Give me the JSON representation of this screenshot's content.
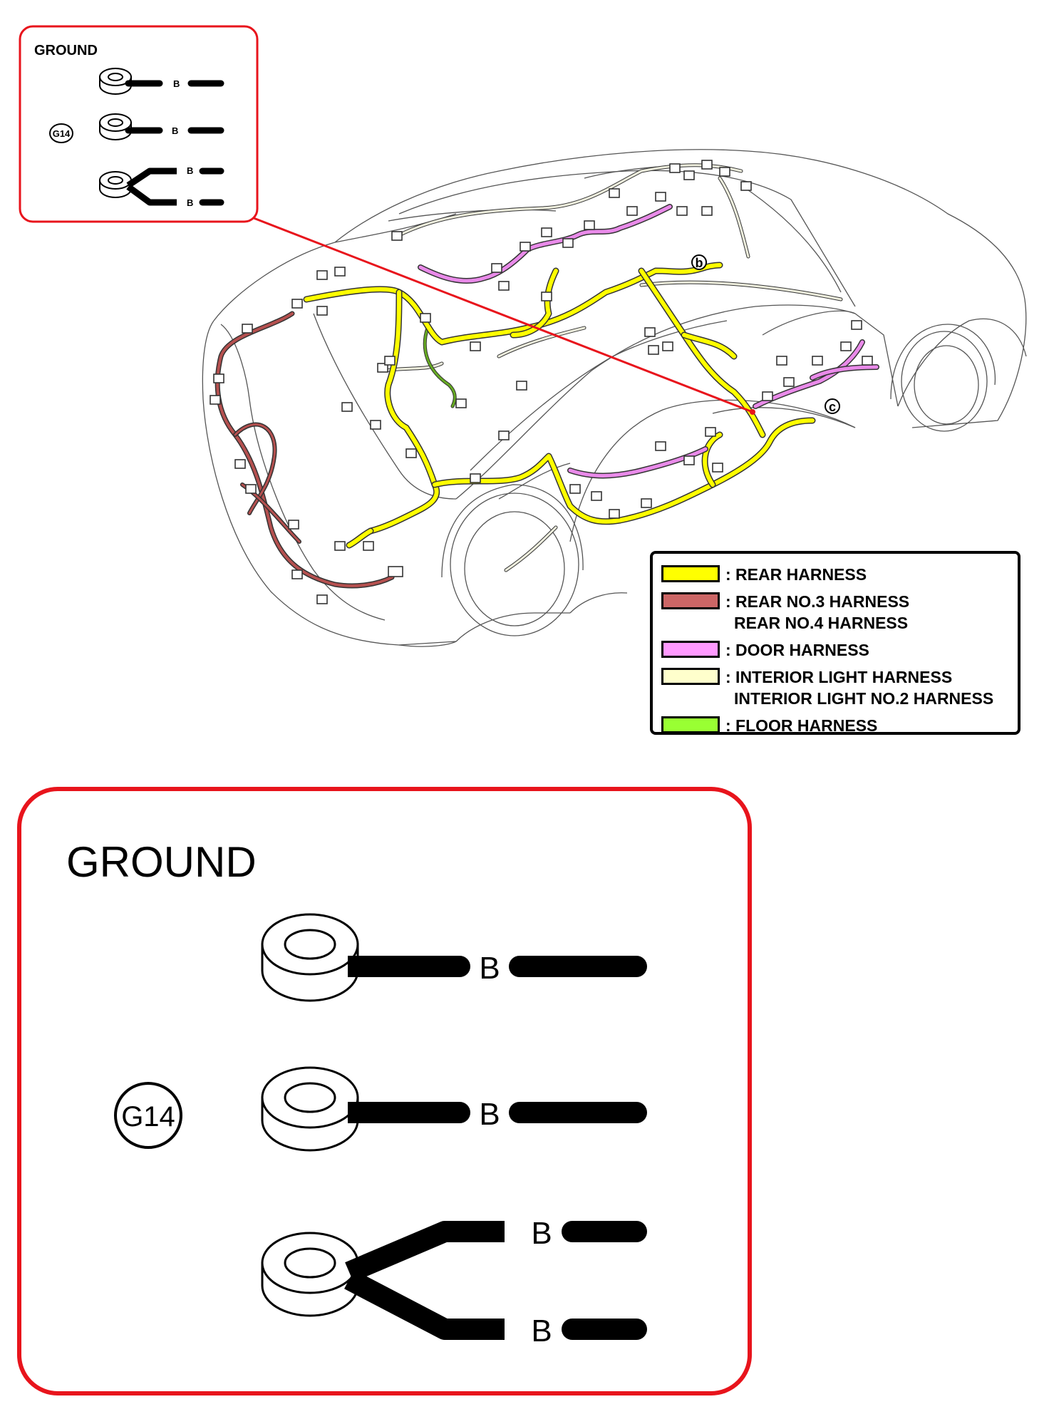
{
  "small_ground": {
    "title": "GROUND",
    "connector_id": "G14",
    "wire_label": "B"
  },
  "large_ground": {
    "title": "GROUND",
    "connector_id": "G14",
    "wire_label": "B"
  },
  "callouts": {
    "b": "b",
    "c": "c"
  },
  "legend": {
    "items": [
      {
        "color": "#ffff00",
        "lines": [
          ": REAR HARNESS"
        ]
      },
      {
        "color": "#cc6666",
        "lines": [
          ": REAR NO.3 HARNESS",
          "REAR NO.4 HARNESS"
        ]
      },
      {
        "color": "#ff99ff",
        "lines": [
          ": DOOR HARNESS"
        ]
      },
      {
        "color": "#ffffcc",
        "lines": [
          ": INTERIOR LIGHT HARNESS",
          "INTERIOR LIGHT NO.2 HARNESS"
        ]
      },
      {
        "color": "#99ff33",
        "lines": [
          ": FLOOR HARNESS"
        ]
      }
    ]
  },
  "colors": {
    "frame_red": "#e8141c",
    "rear": "#ffff00",
    "rear34": "#b5504f",
    "door": "#e98ae9",
    "interior": "#eeeedd",
    "floor": "#66aa22"
  }
}
